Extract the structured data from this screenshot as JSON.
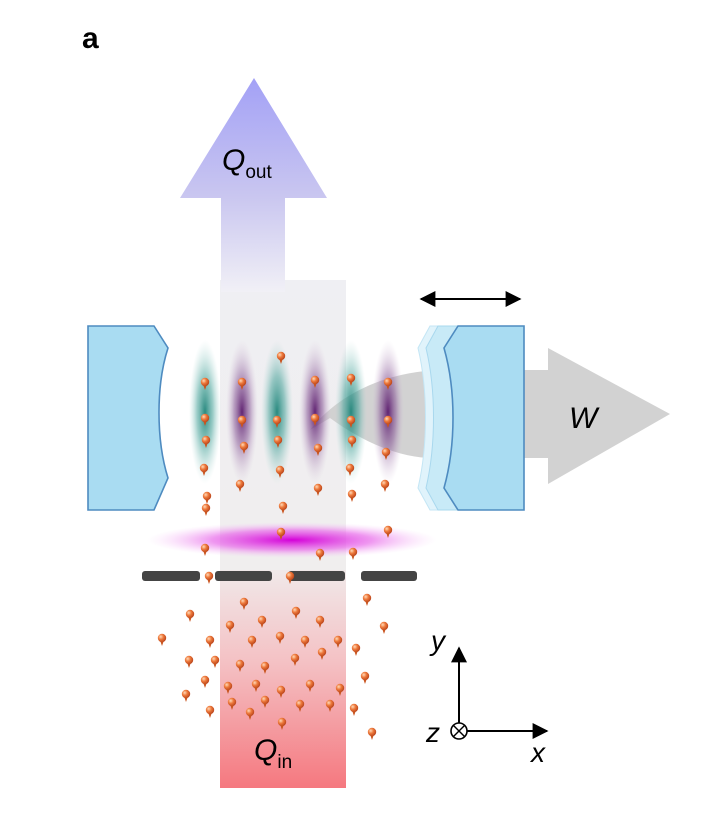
{
  "panel_label": "a",
  "labels": {
    "q_out_main": "Q",
    "q_out_sub": "out",
    "q_in_main": "Q",
    "q_in_sub": "in",
    "work": "W",
    "axis_x": "x",
    "axis_y": "y",
    "axis_z": "z"
  },
  "colors": {
    "heat_out_arrow": "#9e9cf3",
    "heat_in_beam": "#f4868c",
    "mirror_fill": "#a7dcf1",
    "mirror_stroke": "#4e8bc0",
    "work_arrow": "#cccccc",
    "pump_beam": "#e43ae6",
    "aperture": "#444444",
    "atom": "#e0622a",
    "mode_teal": "#2f8f86",
    "mode_purple": "#6a2a7a"
  },
  "icons": {
    "mirror_motion": "double-headed-arrow-icon",
    "z_axis": "circled-times-icon"
  }
}
